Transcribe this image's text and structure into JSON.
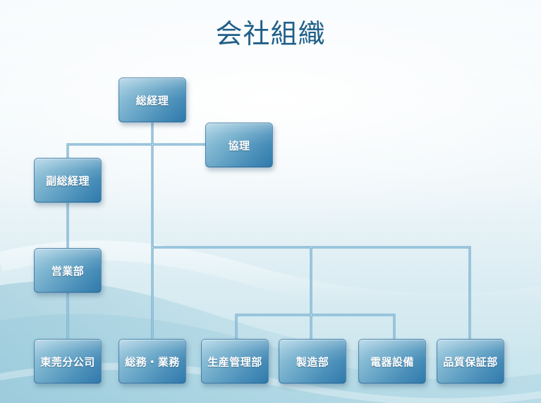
{
  "title": "会社組織",
  "nodes": {
    "general_manager": "総経理",
    "deputy_general_manager": "副総経理",
    "associate_manager": "協理",
    "sales_department": "営業部",
    "dongguan_branch": "東莞分公司",
    "general_affairs": "総務・業務",
    "production_management": "生産管理部",
    "manufacturing": "製造部",
    "electrical_equipment": "電器設備",
    "quality_assurance": "品質保証部"
  }
}
